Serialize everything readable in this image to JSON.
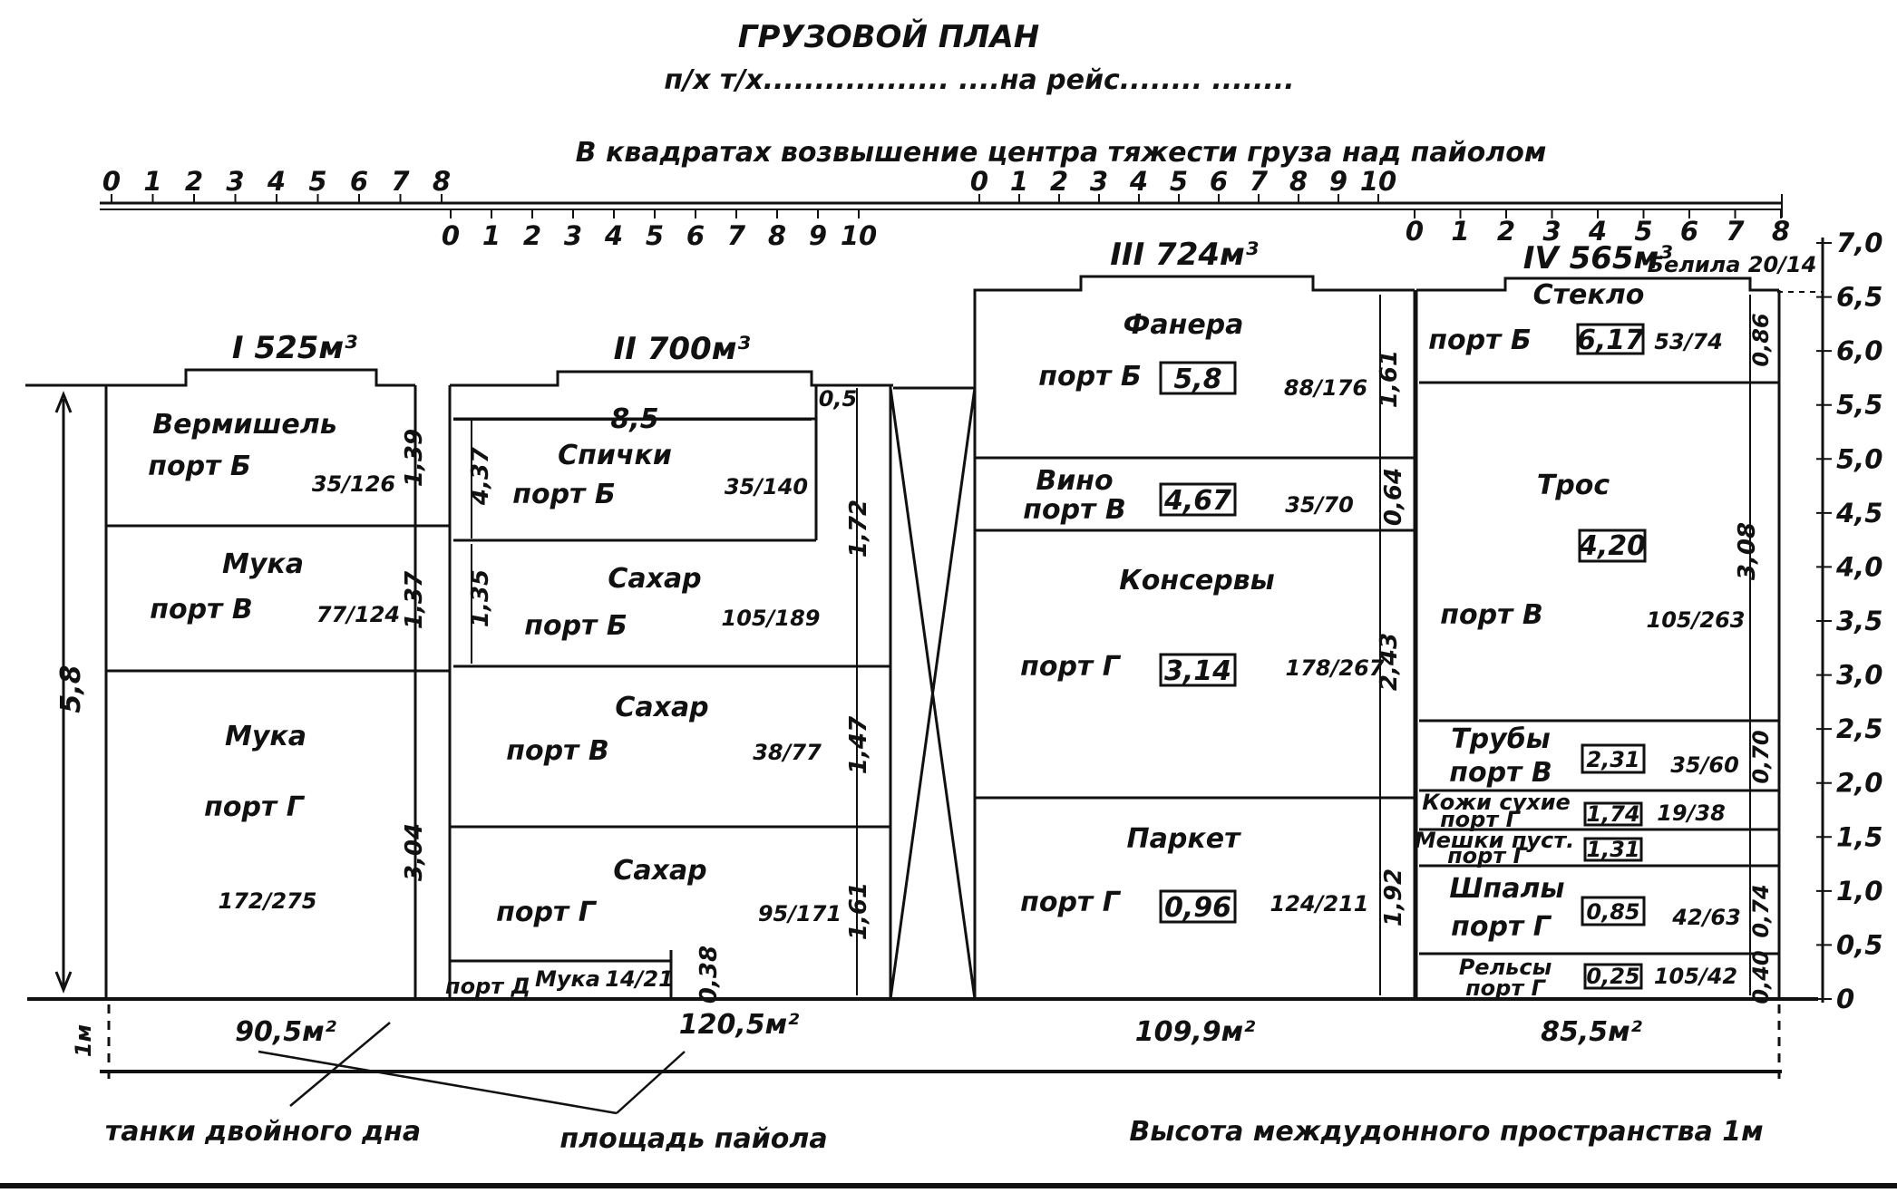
{
  "header": {
    "title": "ГРУЗОВОЙ ПЛАН",
    "subtitle": "п/х  т/х.................. ....на рейс........   ........",
    "scale_caption": "В квадратах возвышение центра тяжести груза над пайолом"
  },
  "scales": {
    "top_a": [
      "0",
      "1",
      "2",
      "3",
      "4",
      "5",
      "6",
      "7",
      "8"
    ],
    "top_b": [
      "0",
      "1",
      "2",
      "3",
      "4",
      "5",
      "6",
      "7",
      "8",
      "9",
      "10"
    ],
    "low_a": [
      "0",
      "1",
      "2",
      "3",
      "4",
      "5",
      "6",
      "7",
      "8",
      "9",
      "10"
    ],
    "low_b": [
      "0",
      "1",
      "2",
      "3",
      "4",
      "5",
      "6",
      "7",
      "8"
    ]
  },
  "height_axis": {
    "labels": [
      "7,0",
      "6,5",
      "6,0",
      "5,5",
      "5,0",
      "4,5",
      "4,0",
      "3,5",
      "3,0",
      "2,5",
      "2,0",
      "1,5",
      "1,0",
      "0,5",
      "0"
    ]
  },
  "holds": [
    {
      "name": "I 525м³",
      "area": "90,5м²",
      "depth": "5,8"
    },
    {
      "name": "II 700м³",
      "area": "120,5м²"
    },
    {
      "name": "III 724м³",
      "area": "109,9м²"
    },
    {
      "name": "IV 565м³",
      "area": "85,5м²",
      "extra": "Белила 20/14"
    }
  ],
  "cargo": {
    "h1": [
      {
        "name": "Вермишель",
        "port": "порт Б",
        "qty": "35/126",
        "h": "1,39"
      },
      {
        "name": "Мука",
        "port": "порт В",
        "qty": "77/124",
        "h": "1,37"
      },
      {
        "name": "Мука",
        "port": "порт Г",
        "qty": "172/275",
        "h": "3,04"
      }
    ],
    "h2": [
      {
        "name": "Спички",
        "port": "порт Б",
        "qty": "35/140",
        "h": "4,37",
        "w": "8,5",
        "top": "0,5"
      },
      {
        "name": "Сахар",
        "port": "порт Б",
        "qty": "105/189",
        "h": "1,35",
        "side": "1,72"
      },
      {
        "name": "Сахар",
        "port": "порт В",
        "qty": "38/77",
        "h": "1,47"
      },
      {
        "name": "Сахар",
        "port": "порт Г",
        "qty": "95/171",
        "h": "1,61"
      },
      {
        "name": "Мука",
        "port": "порт Д",
        "qty": "14/21",
        "h": "0,38"
      }
    ],
    "h3": [
      {
        "name": "Фанера",
        "port": "порт Б",
        "cg": "5,8",
        "qty": "88/176",
        "h": "1,61"
      },
      {
        "name": "Вино",
        "port": "порт В",
        "cg": "4,67",
        "qty": "35/70",
        "h": "0,64"
      },
      {
        "name": "Консервы",
        "port": "порт Г",
        "cg": "3,14",
        "qty": "178/267",
        "h": "2,43"
      },
      {
        "name": "Паркет",
        "port": "порт Г",
        "cg": "0,96",
        "qty": "124/211",
        "h": "1,92"
      }
    ],
    "h4": [
      {
        "name": "Стекло",
        "port": "порт Б",
        "cg": "6,17",
        "qty": "53/74",
        "h": "0,86"
      },
      {
        "name": "Трос",
        "port": "порт В",
        "cg": "4,20",
        "qty": "105/263",
        "h": "3,08"
      },
      {
        "name": "Трубы",
        "port": "порт В",
        "cg": "2,31",
        "qty": "35/60",
        "h": "0,70"
      },
      {
        "name": "Кожи сухие",
        "port": "порт Г",
        "cg": "1,74",
        "qty": "19/38"
      },
      {
        "name": "Мешки пуст.",
        "port": "порт Г",
        "cg": "1,31"
      },
      {
        "name": "Шпалы",
        "port": "порт Г",
        "cg": "0,85",
        "qty": "42/63",
        "h": "0,74"
      },
      {
        "name": "Рельсы",
        "port": "порт Г",
        "cg": "0,25",
        "qty": "105/42",
        "h": "0,40"
      }
    ]
  },
  "footer": {
    "double_bottom": "танки двойного дна",
    "floor_area": "площадь пайола",
    "height_note": "Высота междудонного пространства 1м",
    "side_label": "1м"
  }
}
